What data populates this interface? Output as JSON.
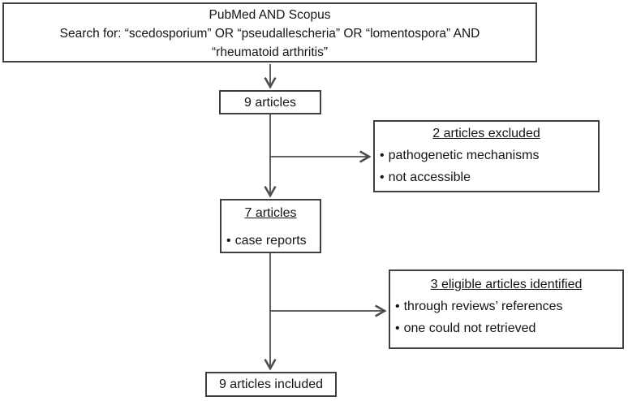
{
  "diagram": {
    "colors": {
      "border": "#3f3f3f",
      "text": "#141414",
      "arrow": "#4d4d4d",
      "background": "#ffffff"
    },
    "search_box": {
      "line1": "PubMed AND Scopus",
      "line2": "Search for: “scedosporium” OR “pseudallescheria” OR “lomentospora” AND",
      "line3": "“rheumatoid arthritis”"
    },
    "results_box": {
      "label": "9 articles"
    },
    "excluded_box": {
      "title": "2 articles excluded",
      "bullets": [
        "pathogenetic mechanisms",
        "not accessible"
      ]
    },
    "screened_box": {
      "title": "7 articles",
      "bullets": [
        "case reports"
      ]
    },
    "eligible_box": {
      "title": "3 eligible articles identified",
      "bullets": [
        "through reviews’ references",
        "one could not retrieved"
      ]
    },
    "included_box": {
      "label": "9 articles included"
    }
  }
}
